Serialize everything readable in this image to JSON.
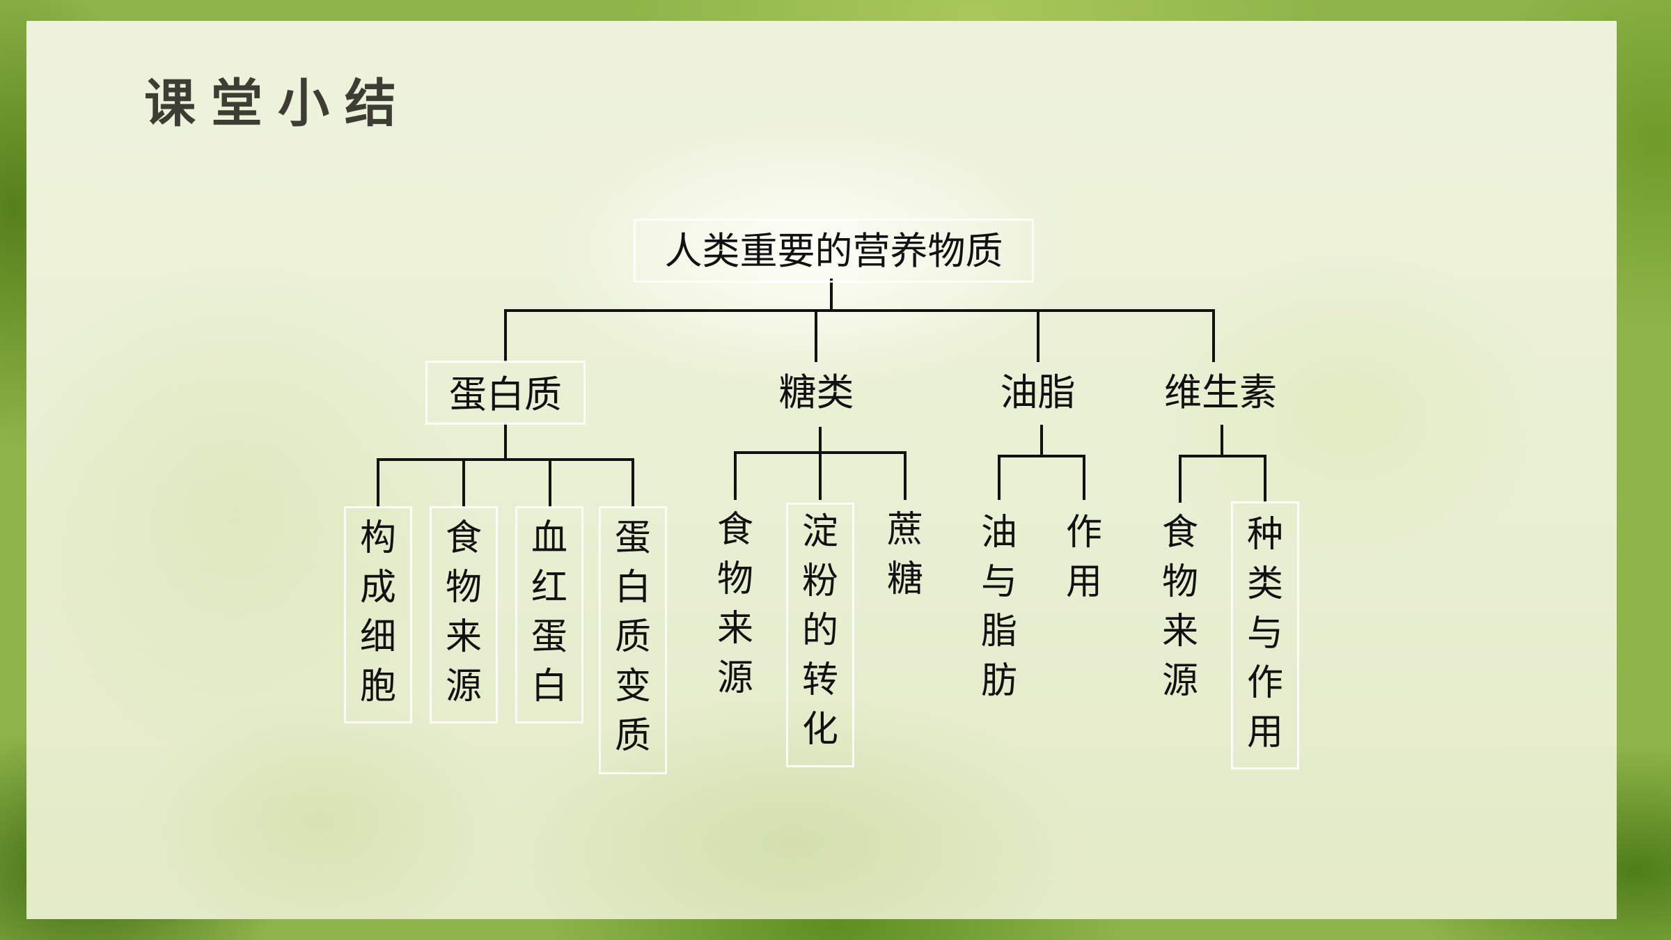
{
  "title": "课堂小结",
  "root": "人类重要的营养物质",
  "categories": [
    {
      "label": "蛋白质",
      "children": [
        "构成细胞",
        "食物来源",
        "血红蛋白",
        "蛋白质变质"
      ]
    },
    {
      "label": "糖类",
      "children": [
        "食物来源",
        "淀粉的转化",
        "蔗糖"
      ]
    },
    {
      "label": "油脂",
      "children": [
        "油与脂肪",
        "作用"
      ]
    },
    {
      "label": "维生素",
      "children": [
        "食物来源",
        "种类与作用"
      ]
    }
  ]
}
